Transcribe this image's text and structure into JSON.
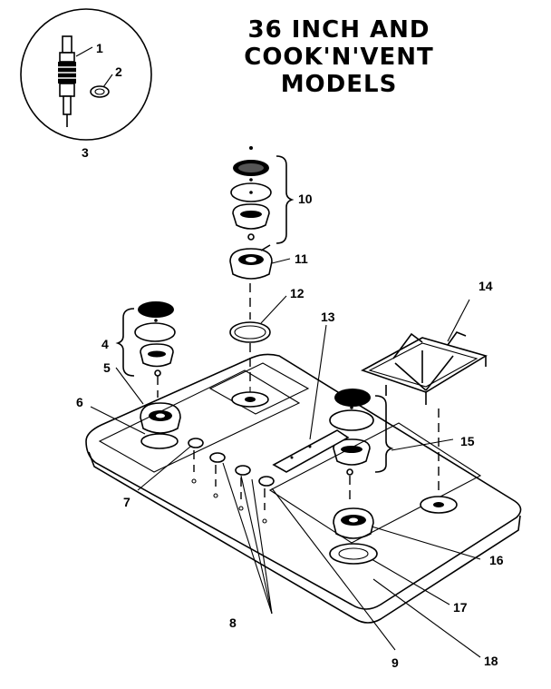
{
  "title": {
    "line1": "36 INCH AND COOK'N'VENT",
    "line2": "MODELS"
  },
  "callouts": [
    "1",
    "2",
    "3",
    "4",
    "5",
    "6",
    "7",
    "8",
    "9",
    "10",
    "11",
    "12",
    "13",
    "14",
    "15",
    "16",
    "17",
    "18"
  ]
}
